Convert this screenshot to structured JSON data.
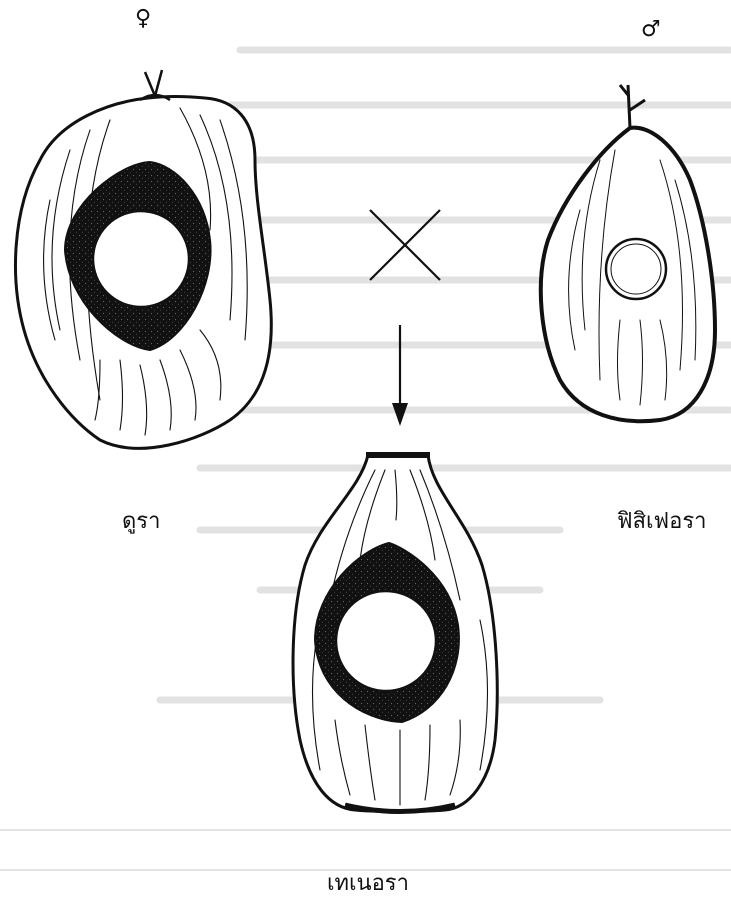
{
  "symbols": {
    "female": "♀",
    "male": "♂",
    "cross": "×"
  },
  "labels": {
    "parent_female": "ดูรา",
    "parent_male": "ฟิสิเฟอรา",
    "offspring": "เทเนอรา"
  },
  "colors": {
    "ink": "#111111",
    "paper": "#ffffff",
    "bleed_through": "#d6d6d6"
  }
}
